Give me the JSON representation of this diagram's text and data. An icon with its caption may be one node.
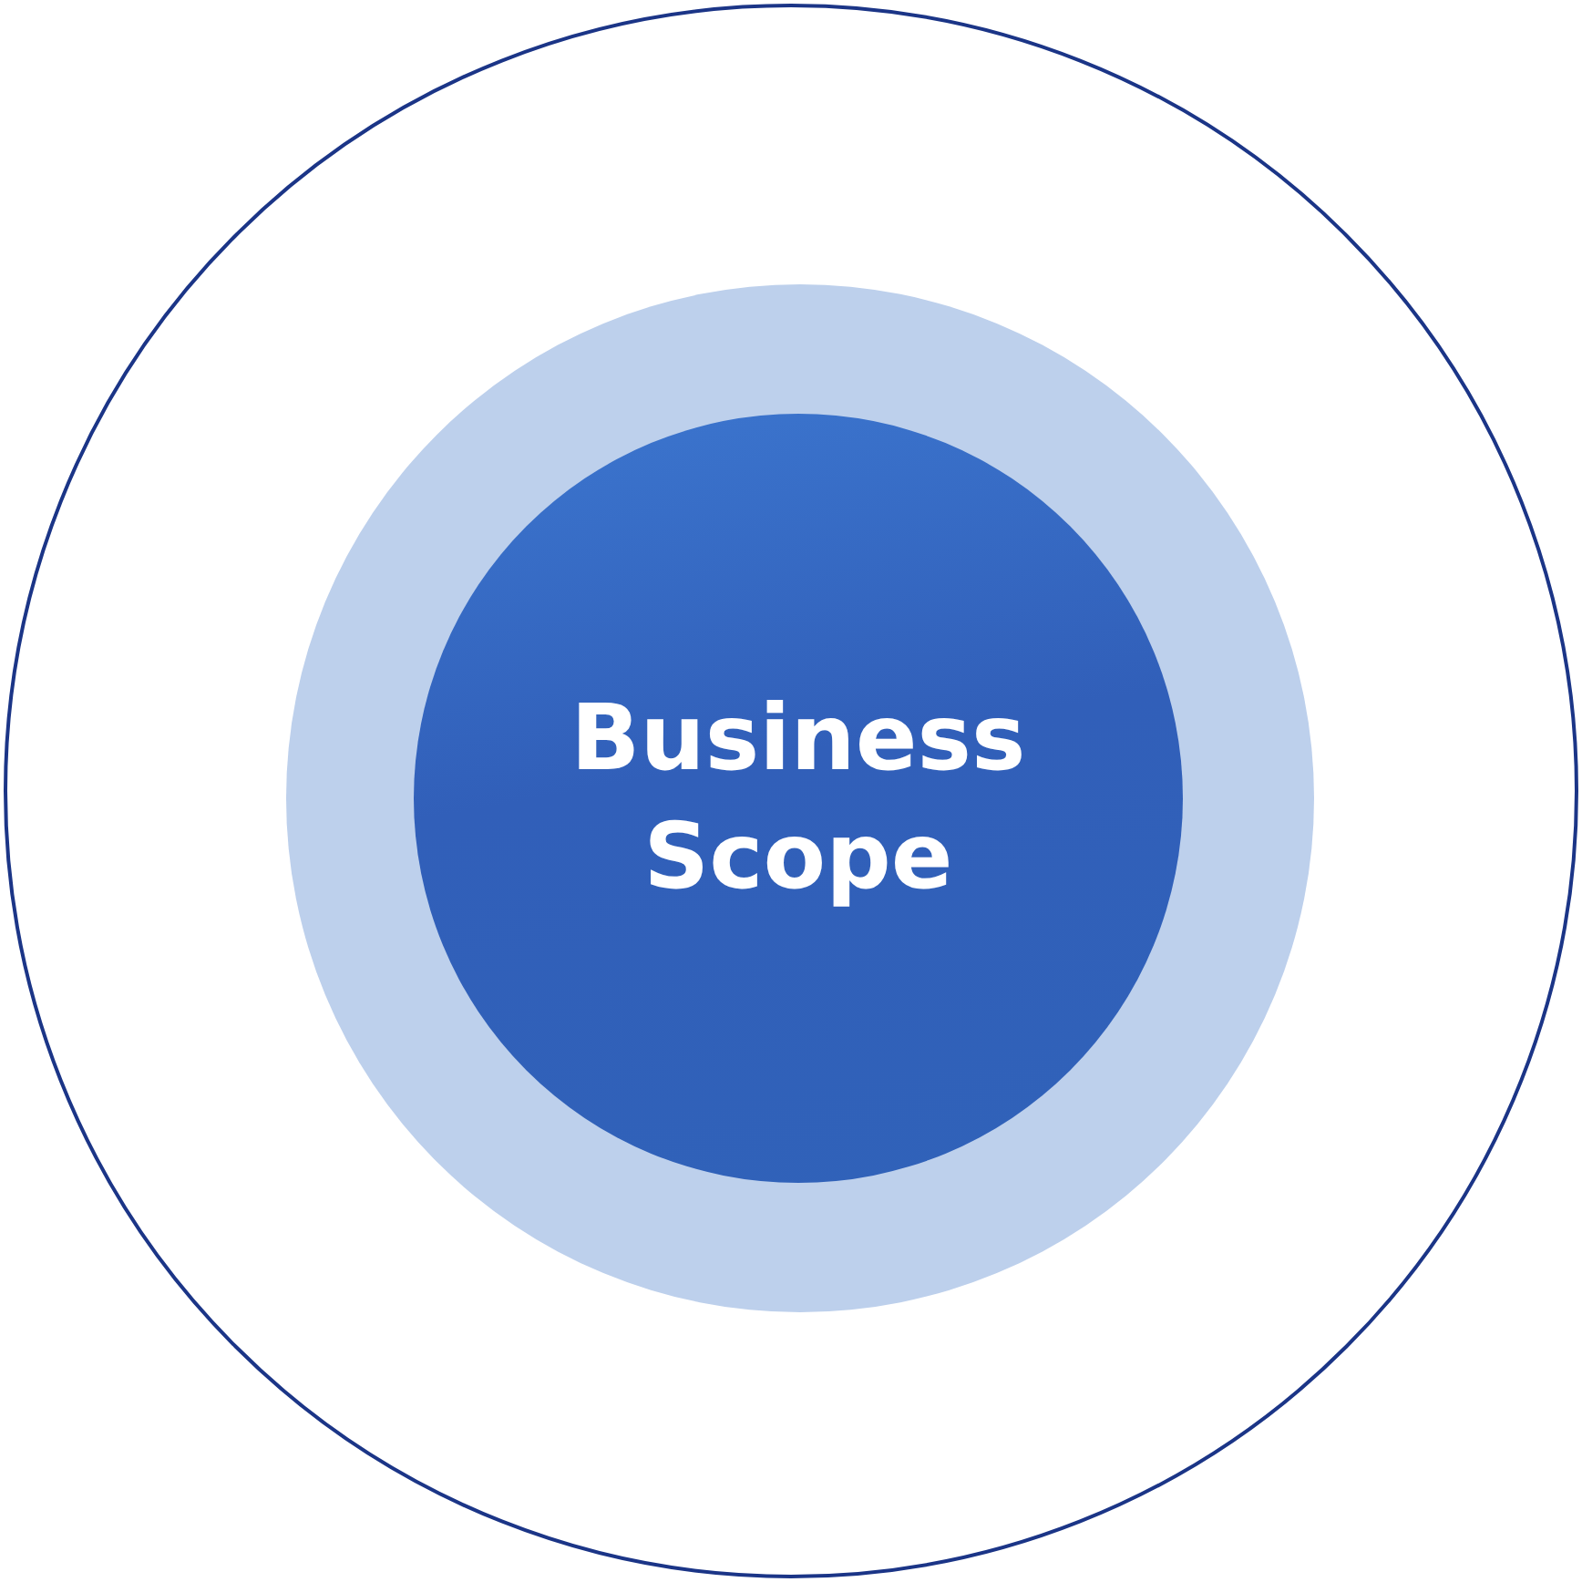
{
  "diagram": {
    "nodes": [
      {
        "text": [],
        "shape": "circle"
      },
      {
        "text": [],
        "shape": "circle",
        "in": 0
      },
      {
        "text": [
          "Business Scope"
        ],
        "in": 1
      }
    ]
  }
}
